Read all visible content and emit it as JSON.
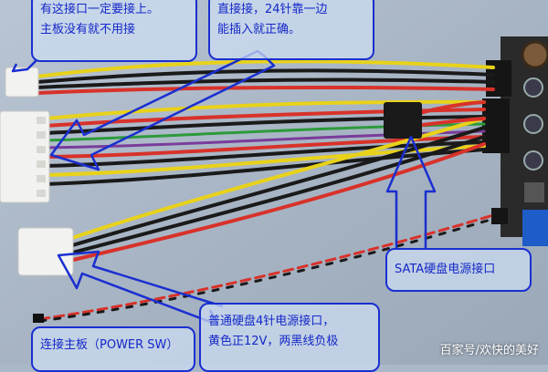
{
  "callouts": {
    "top_left": {
      "line1": "有这接口一定要接上。",
      "line2": "主板没有就不用接"
    },
    "top_mid": {
      "line1": "直接接，24针靠一边",
      "line2": "能插入就正确。"
    },
    "sata": {
      "label": "SATA硬盘电源接口"
    },
    "left_bottom": {
      "label": "连接主板（POWER SW）"
    },
    "right_bottom": {
      "line1": "普通硬盘4针电源接口，",
      "line2": "黄色正12V，两黑线负极"
    }
  },
  "watermark": "百家号/欢快的美好",
  "colors": {
    "annotation_blue": "#1a2fd0",
    "wire_yellow": "#e8d21a",
    "wire_red": "#d8322a",
    "wire_black": "#1a1a1a",
    "wire_green": "#2c9a3a",
    "wire_purple": "#7a3c9a",
    "connector_white": "#f2f2f0",
    "pcb_blue": "#1e5cc8"
  }
}
